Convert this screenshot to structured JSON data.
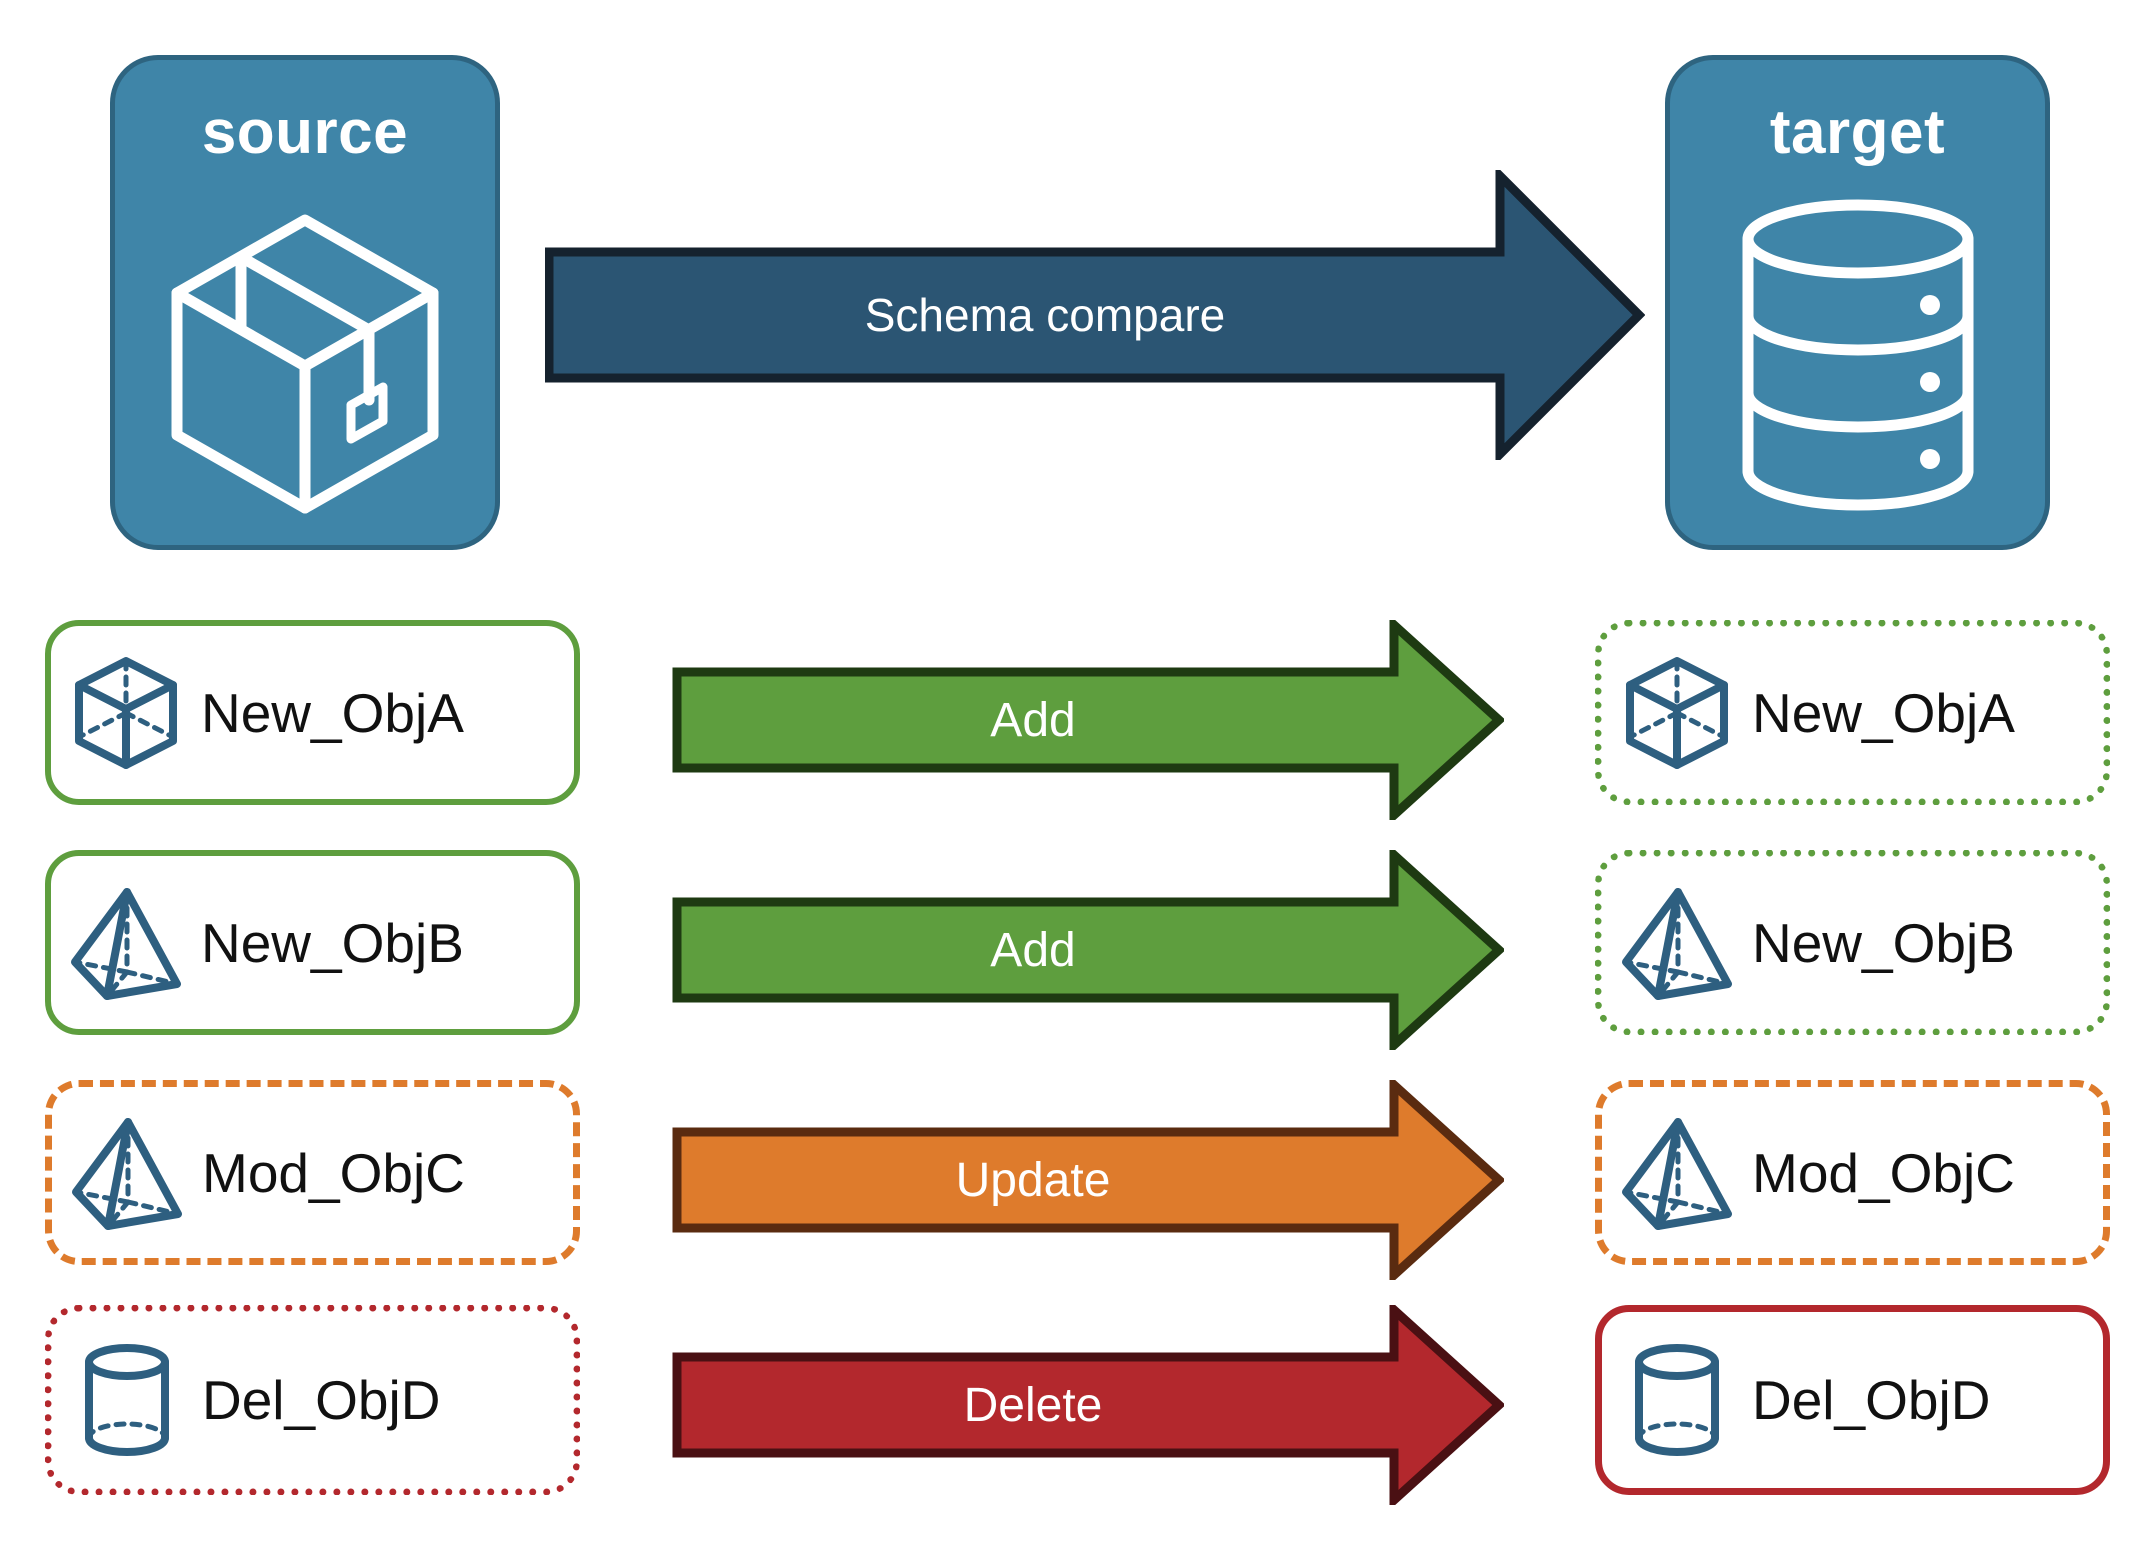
{
  "endpoints": {
    "source": {
      "label": "source",
      "icon": "package-box-icon",
      "fill": "#3F85A8",
      "stroke": "#2E6480"
    },
    "target": {
      "label": "target",
      "icon": "database-cylinder-icon",
      "fill": "#3F85A8",
      "stroke": "#2E6480"
    }
  },
  "compare": {
    "label": "Schema compare",
    "fill": "#2B5573",
    "stroke": "#15222E",
    "icon": "right-arrow-icon"
  },
  "rows": [
    {
      "action": "Add",
      "arrow_fill": "#5E9E3E",
      "arrow_stroke": "#1E3A12",
      "source": {
        "name": "New_ObjA",
        "icon": "cube-wireframe-icon",
        "border_style": "solid",
        "border_color": "#5E9E3E"
      },
      "target": {
        "name": "New_ObjA",
        "icon": "cube-wireframe-icon",
        "border_style": "dotted",
        "border_color": "#5E9E3E"
      }
    },
    {
      "action": "Add",
      "arrow_fill": "#5E9E3E",
      "arrow_stroke": "#1E3A12",
      "source": {
        "name": "New_ObjB",
        "icon": "pyramid-wireframe-icon",
        "border_style": "solid",
        "border_color": "#5E9E3E"
      },
      "target": {
        "name": "New_ObjB",
        "icon": "pyramid-wireframe-icon",
        "border_style": "dotted",
        "border_color": "#5E9E3E"
      }
    },
    {
      "action": "Update",
      "arrow_fill": "#DE7B2C",
      "arrow_stroke": "#5A2B10",
      "source": {
        "name": "Mod_ObjC",
        "icon": "pyramid-wireframe-icon",
        "border_style": "dashed",
        "border_color": "#DE7B2C"
      },
      "target": {
        "name": "Mod_ObjC",
        "icon": "pyramid-wireframe-icon",
        "border_style": "dashed",
        "border_color": "#DE7B2C"
      }
    },
    {
      "action": "Delete",
      "arrow_fill": "#B3282D",
      "arrow_stroke": "#4A1013",
      "source": {
        "name": "Del_ObjD",
        "icon": "cylinder-wireframe-icon",
        "border_style": "dotted",
        "border_color": "#B3282D"
      },
      "target": {
        "name": "Del_ObjD",
        "icon": "cylinder-wireframe-icon",
        "border_style": "solid",
        "border_color": "#B3282D"
      }
    }
  ],
  "palette": {
    "object_icon_color": "#2E5F80",
    "text_color": "#111111",
    "background": "#FFFFFF"
  }
}
